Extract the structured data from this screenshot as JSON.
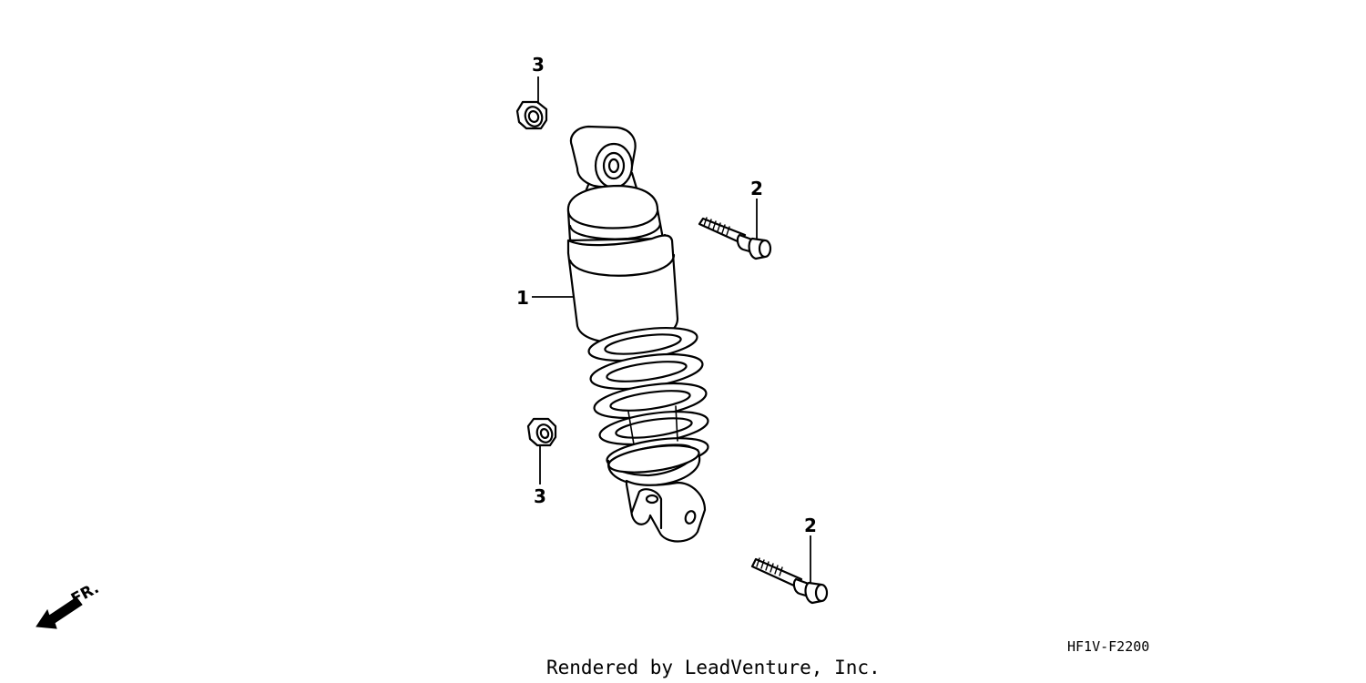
{
  "callouts": {
    "shock_absorber": "1",
    "bolt_upper": "2",
    "bolt_lower": "2",
    "nut_upper": "3",
    "nut_lower": "3"
  },
  "direction_label": "FR.",
  "diagram_code": "HF1V-F2200",
  "credit": "Rendered by LeadVenture, Inc."
}
